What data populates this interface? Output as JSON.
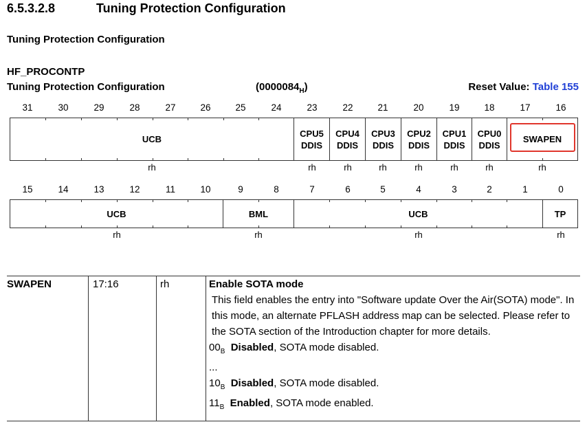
{
  "section": {
    "number": "6.5.3.2.8",
    "title": "Tuning Protection Configuration"
  },
  "subtitle": "Tuning Protection Configuration",
  "register": {
    "name": "HF_PROCONTP",
    "long_name": "Tuning Protection Configuration",
    "offset_value": "(0000084",
    "offset_sub": "H",
    "offset_close": ")",
    "reset_label": "Reset Value:",
    "reset_link": "Table 155"
  },
  "upper_bits": [
    "31",
    "30",
    "29",
    "28",
    "27",
    "26",
    "25",
    "24",
    "23",
    "22",
    "21",
    "20",
    "19",
    "18",
    "17",
    "16"
  ],
  "lower_bits": [
    "15",
    "14",
    "13",
    "12",
    "11",
    "10",
    "9",
    "8",
    "7",
    "6",
    "5",
    "4",
    "3",
    "2",
    "1",
    "0"
  ],
  "upper_fields": [
    {
      "line1": "UCB",
      "line2": "",
      "access": "rh"
    },
    {
      "line1": "CPU5",
      "line2": "DDIS",
      "access": "rh"
    },
    {
      "line1": "CPU4",
      "line2": "DDIS",
      "access": "rh"
    },
    {
      "line1": "CPU3",
      "line2": "DDIS",
      "access": "rh"
    },
    {
      "line1": "CPU2",
      "line2": "DDIS",
      "access": "rh"
    },
    {
      "line1": "CPU1",
      "line2": "DDIS",
      "access": "rh"
    },
    {
      "line1": "CPU0",
      "line2": "DDIS",
      "access": "rh"
    },
    {
      "line1": "SWAPEN",
      "line2": "",
      "access": "rh"
    }
  ],
  "lower_fields": [
    {
      "label": "UCB",
      "access": "rh"
    },
    {
      "label": "BML",
      "access": "rh"
    },
    {
      "label": "UCB",
      "access": "rh"
    },
    {
      "label": "TP",
      "access": "rh"
    }
  ],
  "table": {
    "field": "SWAPEN",
    "bits": "17:16",
    "type": "rh",
    "desc_title": "Enable SOTA mode",
    "desc_text": "This field enables the entry into \"Software update Over the Air(SOTA) mode\". In this mode, an alternate PFLASH address map can be selected. Please refer to the SOTA section of the Introduction chapter for more details.",
    "values": [
      {
        "code": "00",
        "base": "B",
        "name": "Disabled",
        "text": ", SOTA mode disabled."
      },
      {
        "ellipsis": "..."
      },
      {
        "code": "10",
        "base": "B",
        "name": "Disabled",
        "text": ", SOTA mode disabled."
      },
      {
        "code": "11",
        "base": "B",
        "name": "Enabled",
        "text": ", SOTA mode enabled."
      }
    ]
  }
}
